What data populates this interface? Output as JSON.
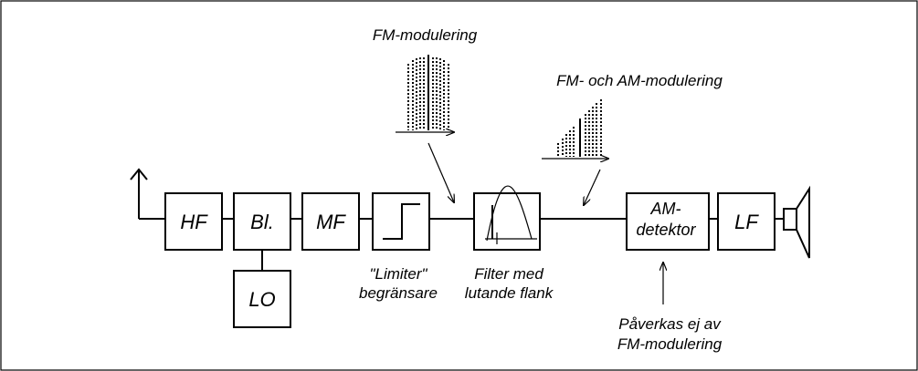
{
  "blocks": {
    "hf": "HF",
    "bl": "Bl.",
    "mf": "MF",
    "lo": "LO",
    "am_line1": "AM-",
    "am_line2": "detektor",
    "lf": "LF"
  },
  "annotations": {
    "fm_modulering": "FM-modulering",
    "fm_am_modulering": "FM- och AM-modulering",
    "limiter_line1": "\"Limiter\"",
    "limiter_line2": "begränsare",
    "filter_line1": "Filter med",
    "filter_line2": "lutande flank",
    "paverkas_line1": "Påverkas ej av",
    "paverkas_line2": "FM-modulering"
  }
}
